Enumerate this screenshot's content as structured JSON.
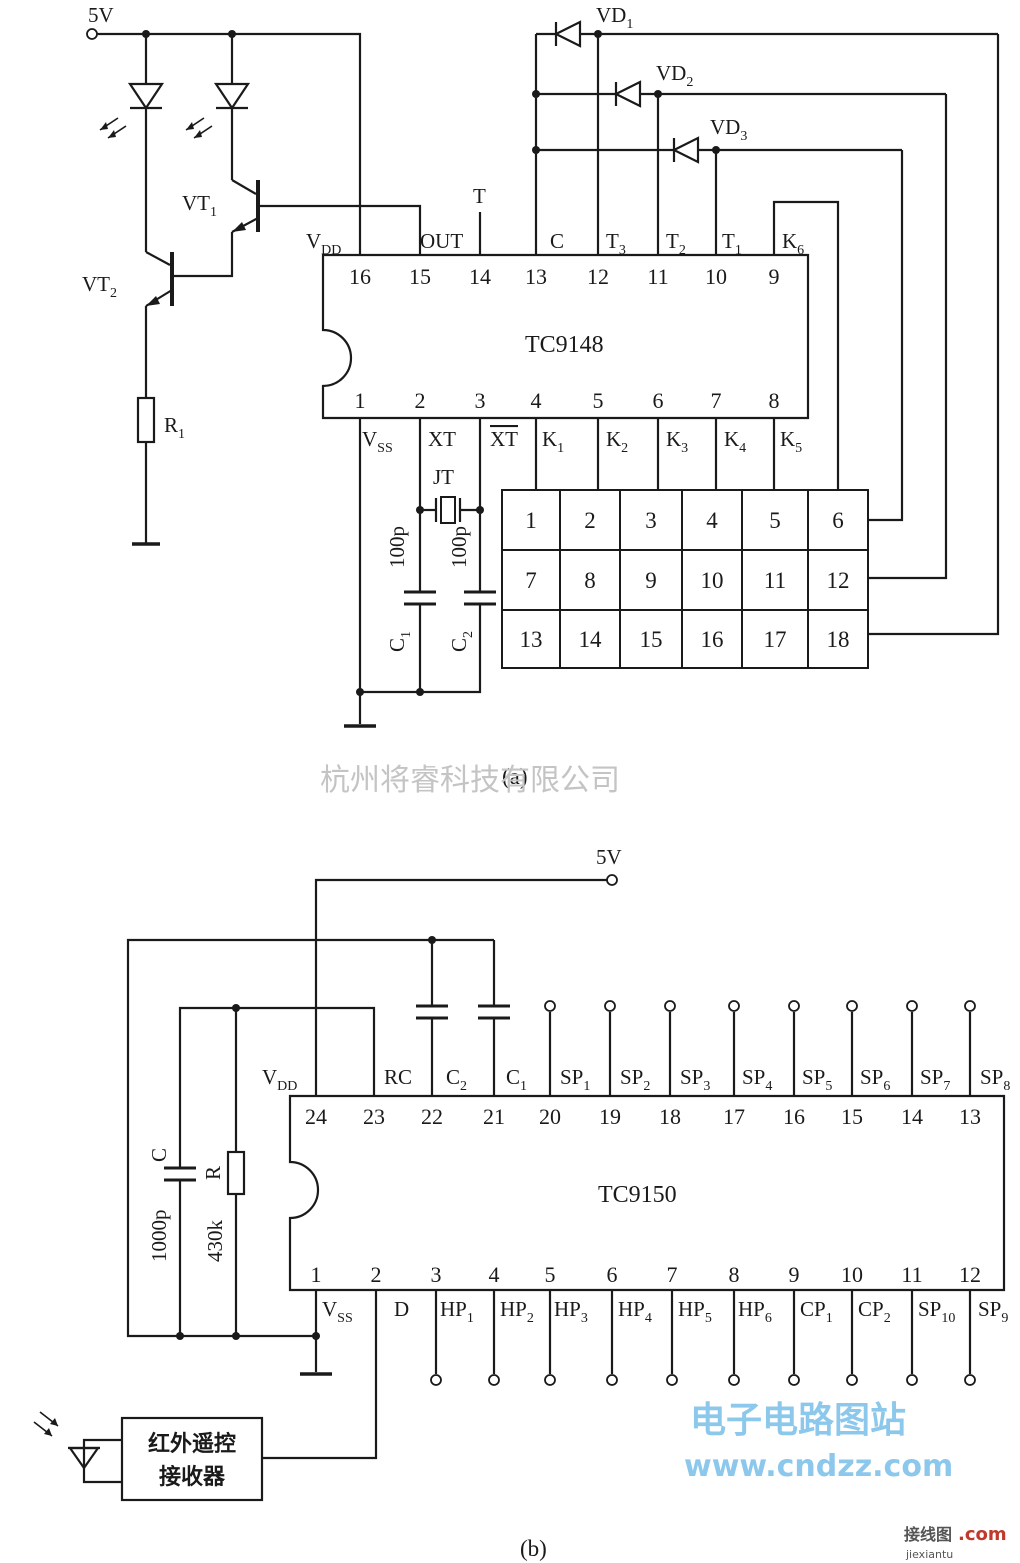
{
  "figure_a": {
    "supply": "5V",
    "chip": {
      "name": "TC9148"
    },
    "top_pins": [
      {
        "num": "16",
        "label": "V",
        "sub": "DD"
      },
      {
        "num": "15",
        "label": "OUT",
        "sub": ""
      },
      {
        "num": "14",
        "label": "",
        "sub": ""
      },
      {
        "num": "13",
        "label": "C",
        "sub": ""
      },
      {
        "num": "12",
        "label": "T",
        "sub": "3"
      },
      {
        "num": "11",
        "label": "T",
        "sub": "2"
      },
      {
        "num": "10",
        "label": "T",
        "sub": "1"
      },
      {
        "num": "9",
        "label": "K",
        "sub": "6"
      }
    ],
    "t_label": "T",
    "bottom_pins": [
      {
        "num": "1",
        "label": "V",
        "sub": "SS"
      },
      {
        "num": "2",
        "label": "XT",
        "sub": ""
      },
      {
        "num": "3",
        "label": "XT",
        "sub": ""
      },
      {
        "num": "4",
        "label": "K",
        "sub": "1"
      },
      {
        "num": "5",
        "label": "K",
        "sub": "2"
      },
      {
        "num": "6",
        "label": "K",
        "sub": "3"
      },
      {
        "num": "7",
        "label": "K",
        "sub": "4"
      },
      {
        "num": "8",
        "label": "K",
        "sub": "5"
      }
    ],
    "transistors": [
      {
        "label": "VT",
        "sub": "1"
      },
      {
        "label": "VT",
        "sub": "2"
      }
    ],
    "resistor": {
      "label": "R",
      "sub": "1"
    },
    "diodes": [
      {
        "label": "VD",
        "sub": "1"
      },
      {
        "label": "VD",
        "sub": "2"
      },
      {
        "label": "VD",
        "sub": "3"
      }
    ],
    "crystal": "JT",
    "capacitors": [
      {
        "label": "C",
        "sub": "1",
        "value": "100p"
      },
      {
        "label": "C",
        "sub": "2",
        "value": "100p"
      }
    ],
    "keypad": [
      [
        "1",
        "2",
        "3",
        "4",
        "5",
        "6"
      ],
      [
        "7",
        "8",
        "9",
        "10",
        "11",
        "12"
      ],
      [
        "13",
        "14",
        "15",
        "16",
        "17",
        "18"
      ]
    ],
    "caption": "(a)"
  },
  "figure_b": {
    "supply": "5V",
    "chip": {
      "name": "TC9150"
    },
    "top_pins": [
      {
        "num": "24",
        "label": "V",
        "sub": "DD"
      },
      {
        "num": "23",
        "label": "RC",
        "sub": ""
      },
      {
        "num": "22",
        "label": "C",
        "sub": "2"
      },
      {
        "num": "21",
        "label": "C",
        "sub": "1"
      },
      {
        "num": "20",
        "label": "SP",
        "sub": "1"
      },
      {
        "num": "19",
        "label": "SP",
        "sub": "2"
      },
      {
        "num": "18",
        "label": "SP",
        "sub": "3"
      },
      {
        "num": "17",
        "label": "SP",
        "sub": "4"
      },
      {
        "num": "16",
        "label": "SP",
        "sub": "5"
      },
      {
        "num": "15",
        "label": "SP",
        "sub": "6"
      },
      {
        "num": "14",
        "label": "SP",
        "sub": "7"
      },
      {
        "num": "13",
        "label": "SP",
        "sub": "8"
      }
    ],
    "bottom_pins": [
      {
        "num": "1",
        "label": "V",
        "sub": "SS"
      },
      {
        "num": "2",
        "label": "D",
        "sub": ""
      },
      {
        "num": "3",
        "label": "HP",
        "sub": "1"
      },
      {
        "num": "4",
        "label": "HP",
        "sub": "2"
      },
      {
        "num": "5",
        "label": "HP",
        "sub": "3"
      },
      {
        "num": "6",
        "label": "HP",
        "sub": "4"
      },
      {
        "num": "7",
        "label": "HP",
        "sub": "5"
      },
      {
        "num": "8",
        "label": "HP",
        "sub": "6"
      },
      {
        "num": "9",
        "label": "CP",
        "sub": "1"
      },
      {
        "num": "10",
        "label": "CP",
        "sub": "2"
      },
      {
        "num": "11",
        "label": "SP",
        "sub": "10"
      },
      {
        "num": "12",
        "label": "SP",
        "sub": "9"
      }
    ],
    "capacitor": {
      "label": "C",
      "value": "1000p"
    },
    "resistor": {
      "label": "R",
      "value": "430k"
    },
    "receiver": {
      "line1": "红外遥控",
      "line2": "接收器"
    },
    "caption": "(b)"
  },
  "watermarks": {
    "company": "杭州将睿科技有限公司",
    "site_title": "电子电路图站",
    "site_url": "www.cndzz.com",
    "corner_logo": "接线图",
    "corner_com": ".com",
    "corner_url": "jiexiantu"
  },
  "colors": {
    "ink": "#1a1a1a",
    "watermark_gray": "#c4c4c4",
    "watermark_blue": "#8cc8ec"
  }
}
